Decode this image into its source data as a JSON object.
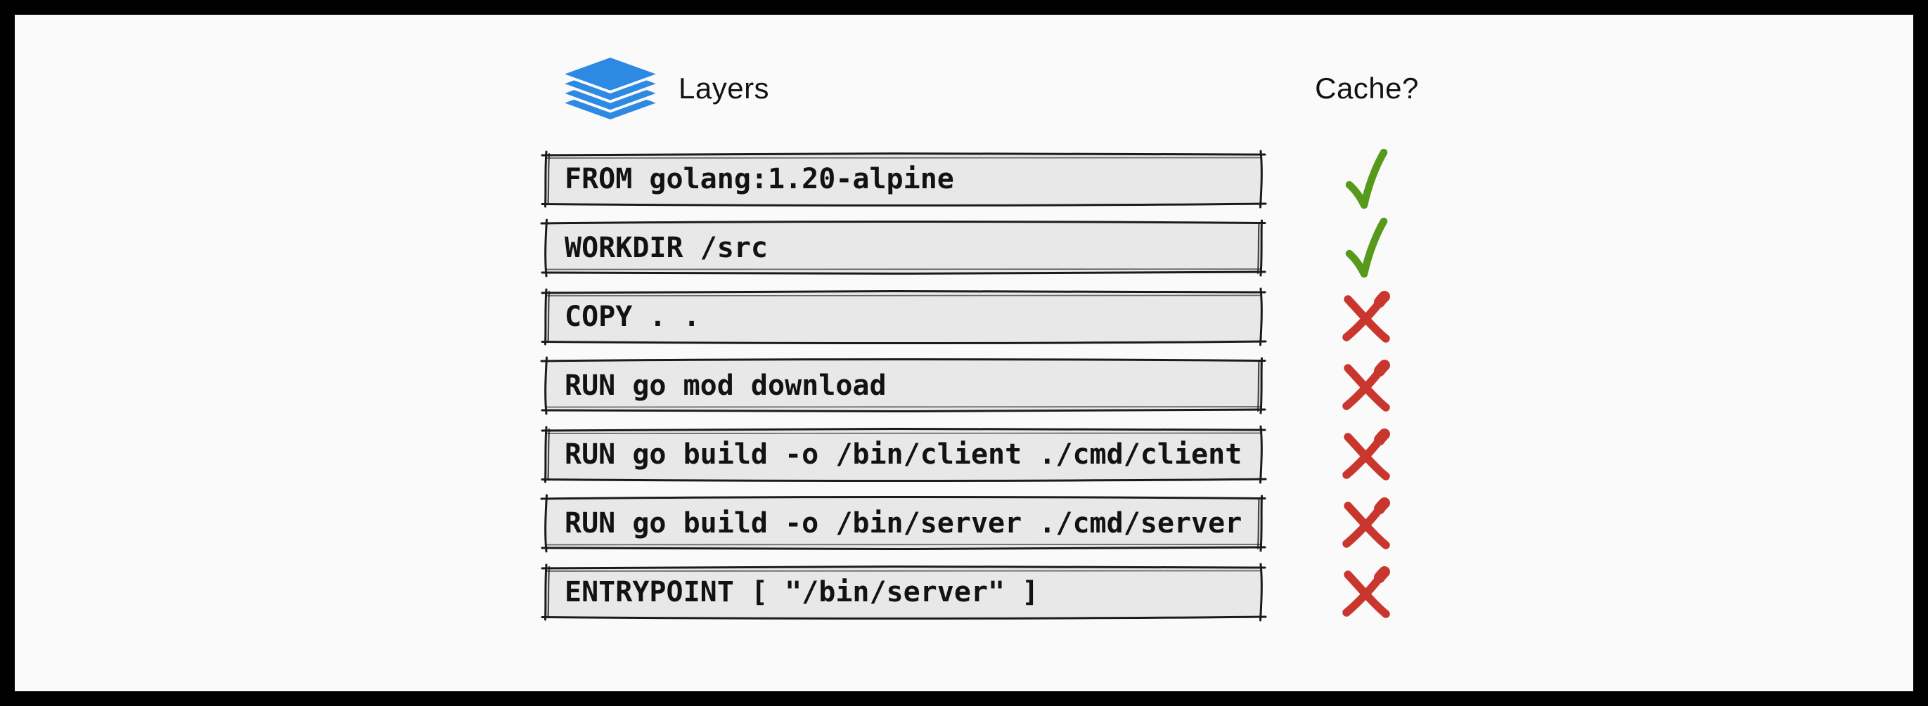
{
  "header": {
    "layers_label": "Layers",
    "cache_label": "Cache?"
  },
  "icons": {
    "header_icon": "layers-stack-icon",
    "cached_icon": "check-icon",
    "not_cached_icon": "cross-icon"
  },
  "colors": {
    "background": "#fafafa",
    "frame": "#000000",
    "box_fill": "#e8e8e8",
    "box_border": "#1b1b1b",
    "text": "#121212",
    "layers_icon_blue": "#2e89e2",
    "check_green": "#56991b",
    "cross_red": "#c9362e"
  },
  "rows": [
    {
      "command": "FROM golang:1.20-alpine",
      "cached": true
    },
    {
      "command": "WORKDIR /src",
      "cached": true
    },
    {
      "command": "COPY . .",
      "cached": false
    },
    {
      "command": "RUN go mod download",
      "cached": false
    },
    {
      "command": "RUN go build -o /bin/client ./cmd/client",
      "cached": false
    },
    {
      "command": "RUN go build -o /bin/server ./cmd/server",
      "cached": false
    },
    {
      "command": "ENTRYPOINT [ \"/bin/server\" ]",
      "cached": false
    }
  ]
}
